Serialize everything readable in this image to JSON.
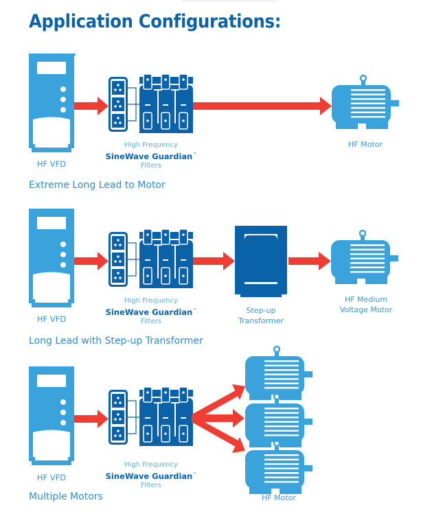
{
  "page": {
    "title": "Application Configurations:"
  },
  "colors": {
    "light_blue": "#3aa3dc",
    "dark_blue": "#0a63a8",
    "arrow_red": "#ee3e34",
    "text_blue": "#2f8cc8"
  },
  "configurations": [
    {
      "title": "Extreme Long Lead to Motor",
      "vfd_label": "HF VFD",
      "filter": {
        "line1": "High Frequency",
        "line2": "SineWave Guardian",
        "tm": "™",
        "line3": "Filters"
      },
      "motor_label": "HF Motor"
    },
    {
      "title": "Long Lead with Step-up Transformer",
      "vfd_label": "HF VFD",
      "filter": {
        "line1": "High Frequency",
        "line2": "SineWave Guardian",
        "tm": "™",
        "line3": "Filters"
      },
      "transformer_label_1": "Step-up",
      "transformer_label_2": "Transformer",
      "motor_label_1": "HF Medium",
      "motor_label_2": "Voltage Motor"
    },
    {
      "title": "Multiple Motors",
      "vfd_label": "HF VFD",
      "filter": {
        "line1": "High Frequency",
        "line2": "SineWave Guardian",
        "tm": "™",
        "line3": "Filters"
      },
      "motor_label": "HF Motor",
      "motor_count": 3
    }
  ]
}
